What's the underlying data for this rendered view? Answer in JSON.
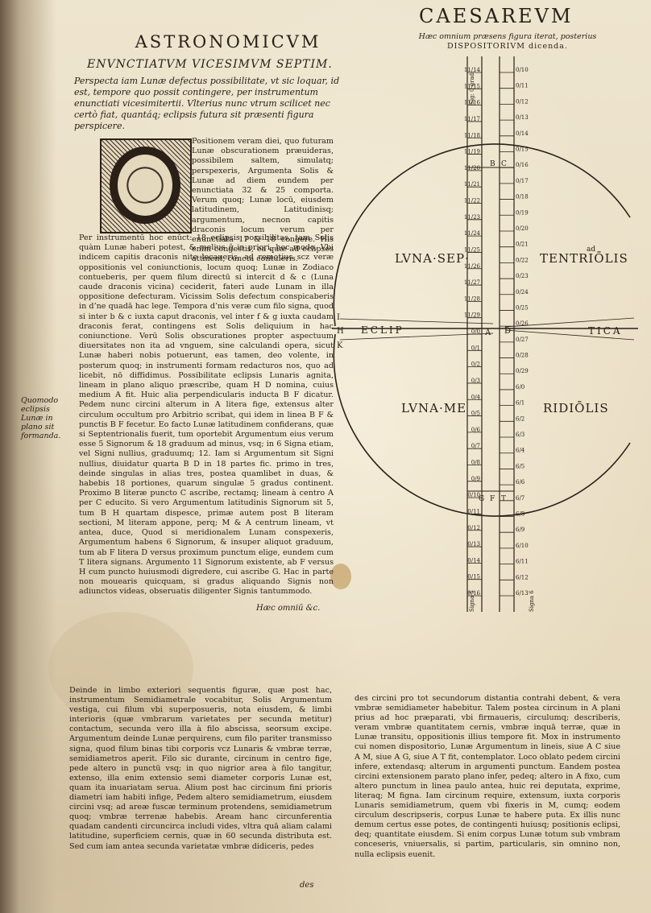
{
  "page": {
    "title_left": "ASTRONOMICVM",
    "title_right": "CAESAREVM",
    "subtitle": "ENVNCTIATVM VICESIMVM SEPTIM.",
    "caption_right": "Hæc omnium præsens figura iterat, posterius",
    "caption_right_sub": "DISPOSITORIVM dicenda.",
    "intro": "Perspecta iam Lunæ defectus possibilitate, vt sic loquar, id est, tempore quo possit contingere, per instrumentum enunctiati vicesimitertii. Vlterius nunc vtrum scilicet nec certò fiat, quantáq; eclipsis futura sit præsenti figura perspicere.",
    "main_a": "Positionem veram diei, quo futuram Lunæ obscurationem præuideras, possibilem saltem, simulatq; perspexeris, Argumenta Solis & Lunæ ad diem eundem per enunctiata 32 & 25 comporta. Verum quoq; Lunæ locū, eiusdem latitudinem, Latitudinisq; argumentum, necnon capitis draconis locum verum per enunctiata 17 & 18 congere. His enim congestis, ea quæ ad eclipses attinent, cuncta contuleris.",
    "main_b": "Per instrumentū hoc enūct: 18 eclipsis possibilitas, tam Solis quàm Lunæ haberi potest, & melius ĝ in priori, hoc modo. Vbi indicem capitis draconis nite locaueris, ad remotius scz veræ oppositionis vel coniunctionis, locum quoq; Lunæ in Zodiaco contueberis, per quem filum directū si intercit d & c (Luna caude draconis vicina) ceciderit, fateri aude Lunam in illa oppositione defecturam. Vicissim Solis defectum conspicaberis in d’ne quadā hac lege. Tempora d’nis veræ cum filo signa, quod si inter b & c iuxta caput draconis, vel inter f & g iuxta caudam draconis ferat, contingens est Solis deliquium in hac coniunctione. Verū Solis obscurationes propter aspectuum diuersitates non ita ad vnguem, sine calculandi opera, sicut Lunæ haberi nobis potuerunt, eas tamen, deo volente, in posterum quoq; in instrumenti formam redacturos nos, quo ad licebit, nō diffidimus. Possibilitate eclipsis Lunaris agnita, lineam in plano aliquo præscribe, quam H D nomina, cuius medium A fit. Huic alia perpendicularis inducta B F dicatur. Pedem nunc circini alterum in A litera fige, extensus alter circulum occultum pro Arbitrio scribat, qui idem in linea B F & punctis B F fecetur. Eo facto Lunæ latitudinem confiderans, quæ si Septentrionalis fuerit, tum oportebit Argumentum eius verum esse 5 Signorum & 18 graduum ad minus, vsq; in 6 Signa etiam, vel Signi nullius, graduumq; 12. Iam si Argumentum sit Signi nullius, diuidatur quarta B D in 18 partes fic. primo in tres, deinde singulas in alias tres, postea quamlibet in duas, & habebis 18 portiones, quarum singulæ 5 gradus continent. Proximo B literæ puncto C ascribe, rectamq; lineam à centro A per C educito. Si vero Argumentum latitudinis Signorum sit 5, tum B H quartam dispesce, primæ autem post B literam sectioni, M literam appone, perq; M & A centrum lineam, vt antea, duce, Quod si meridionalem Lunam conspexeris, Argumentum habens 6 Signorum, & insuper aliquot graduum, tum ab F litera D versus proximum punctum elige, eundem cum T litera signans. Argumento 11 Signorum existente, ab F versus H cum puncto huiusmodi digredere, cui ascribe G. Hac in parte non mouearis quicquam, si gradus aliquando Signis non adiunctos videas, obseruatis diligenter Signis tantummodo.",
    "margin_note": "Quomodo eclipsis Lunæ in plano sit formanda.",
    "closing_left": "Hæc omniū &c.",
    "bottom_left": "Deinde in limbo exteriori sequentis figuræ, quæ post hac, instrumentum Semidiametrale vocabitur, Solis Argumentum vestiga, cui filum vbi superposueris, nota eiusdem, & limbi interioris (quæ vmbrarum varietates per secunda metitur) contactum, secunda vero illa à filo abscissa, seorsum excipe. Argumentum deinde Lunæ perquirens, cum filo pariter transmisso signa, quod filum binas tibi corporis vcz Lunaris & vmbræ terræ, semidiametros aperit. Filo sic durante, circinum in centro fige, pede altero in punctū vsq; in quo nigrior area à filo tangitur, extenso, illa enim extensio semi diameter corporis Lunæ est, quam ita inuariatam serua. Alium post hac circinum fini prioris diametri iam habiti infige, Pedem altero semidiametrum, eiusdem circini vsq; ad areæ fuscæ terminum protendens, semidiametrum quoq; vmbræ terrenæ habebis. Aream hanc circunferentia quadam candenti circuncirca includi vides, vltra quā aliam calami latitudine, superficiem cernis, quæ in 60 secunda distributa est. Sed cum iam antea secunda varietatæ vmbræ didiceris, pedes",
    "bottom_right": "des circini pro tot secundorum distantia contrahi debent, & vera vmbræ semidiameter habebitur. Talem postea circinum in A plani prius ad hoc præparati, vbi firmaueris, circulumq; describeris, veram vmbræ quantitatem cernis, vmbræ inquā terræ, quæ in Lunæ transitu, oppositionis illius tempore fit. Mox in instrumento cui nomen dispositorio, Lunæ Argumentum in lineis, siue A C siue A M, siue A G, siue A T fit, contemplator. Loco oblato pedem circini infere, extendasq; alterum in argumenti punctum. Eandem postea circini extensionem parato plano infer, pedeq; altero in A fixo, cum altero punctum in linea paulo antea, huic rei deputata, exprime, literaq; M figna. Iam circinum require, extensum, iuxta corporis Lunaris semidiametrum, quem vbi fixeris in M, cumq; eodem circulum descripseris, corpus Lunæ te habere puta. Ex illis nunc demum certus esse potes, de contingenti huiusq; positionis eclipsi, deq; quantitate eiusdem. Si enim corpus Lunæ totum sub vmbram conceseris, vniuersalis, si partim, particularis, sin omnino non, nulla eclipsis euenit.",
    "closing_bottom": "des"
  },
  "diagram": {
    "label_luna_sep": "LVNA·SEP·",
    "label_tentrio": "TENTRIŌLIS",
    "label_luna_me": "LVNA·ME",
    "label_ridio": "RIDIŌLIS",
    "label_eclip": "ECLIP",
    "label_tica": "TICA",
    "letters": {
      "A": "A",
      "B": "B",
      "C": "C",
      "D": "D",
      "F": "F",
      "G": "G",
      "H": "H",
      "I": "I",
      "K": "K",
      "T": "T",
      "ad": "ad"
    },
    "scale_left_label": "Sig: 0 grad:",
    "scale_left_bottom": "Signa 5",
    "scale_right_bottom": "Signa 6",
    "left_ticks": [
      "11/14",
      "11/15",
      "11/16",
      "11/17",
      "11/18",
      "11/19",
      "11/20",
      "11/21",
      "11/22",
      "11/23",
      "11/24",
      "11/25",
      "11/26",
      "11/27",
      "11/28",
      "11/29",
      "0/0",
      "0/1",
      "0/2",
      "0/3",
      "0/4",
      "0/5",
      "0/6",
      "0/7",
      "0/8",
      "0/9",
      "0/10",
      "0/11",
      "0/12",
      "0/13",
      "0/14",
      "0/15",
      "0/16"
    ],
    "right_ticks": [
      "0/10",
      "0/11",
      "0/12",
      "0/13",
      "0/14",
      "0/15",
      "0/16",
      "0/17",
      "0/18",
      "0/19",
      "0/20",
      "0/21",
      "0/22",
      "0/23",
      "0/24",
      "0/25",
      "0/26",
      "0/27",
      "0/28",
      "0/29",
      "6/0",
      "6/1",
      "6/2",
      "6/3",
      "6/4",
      "6/5",
      "6/6",
      "6/7",
      "6/8",
      "6/9",
      "6/10",
      "6/11",
      "6/12",
      "6/13"
    ]
  }
}
